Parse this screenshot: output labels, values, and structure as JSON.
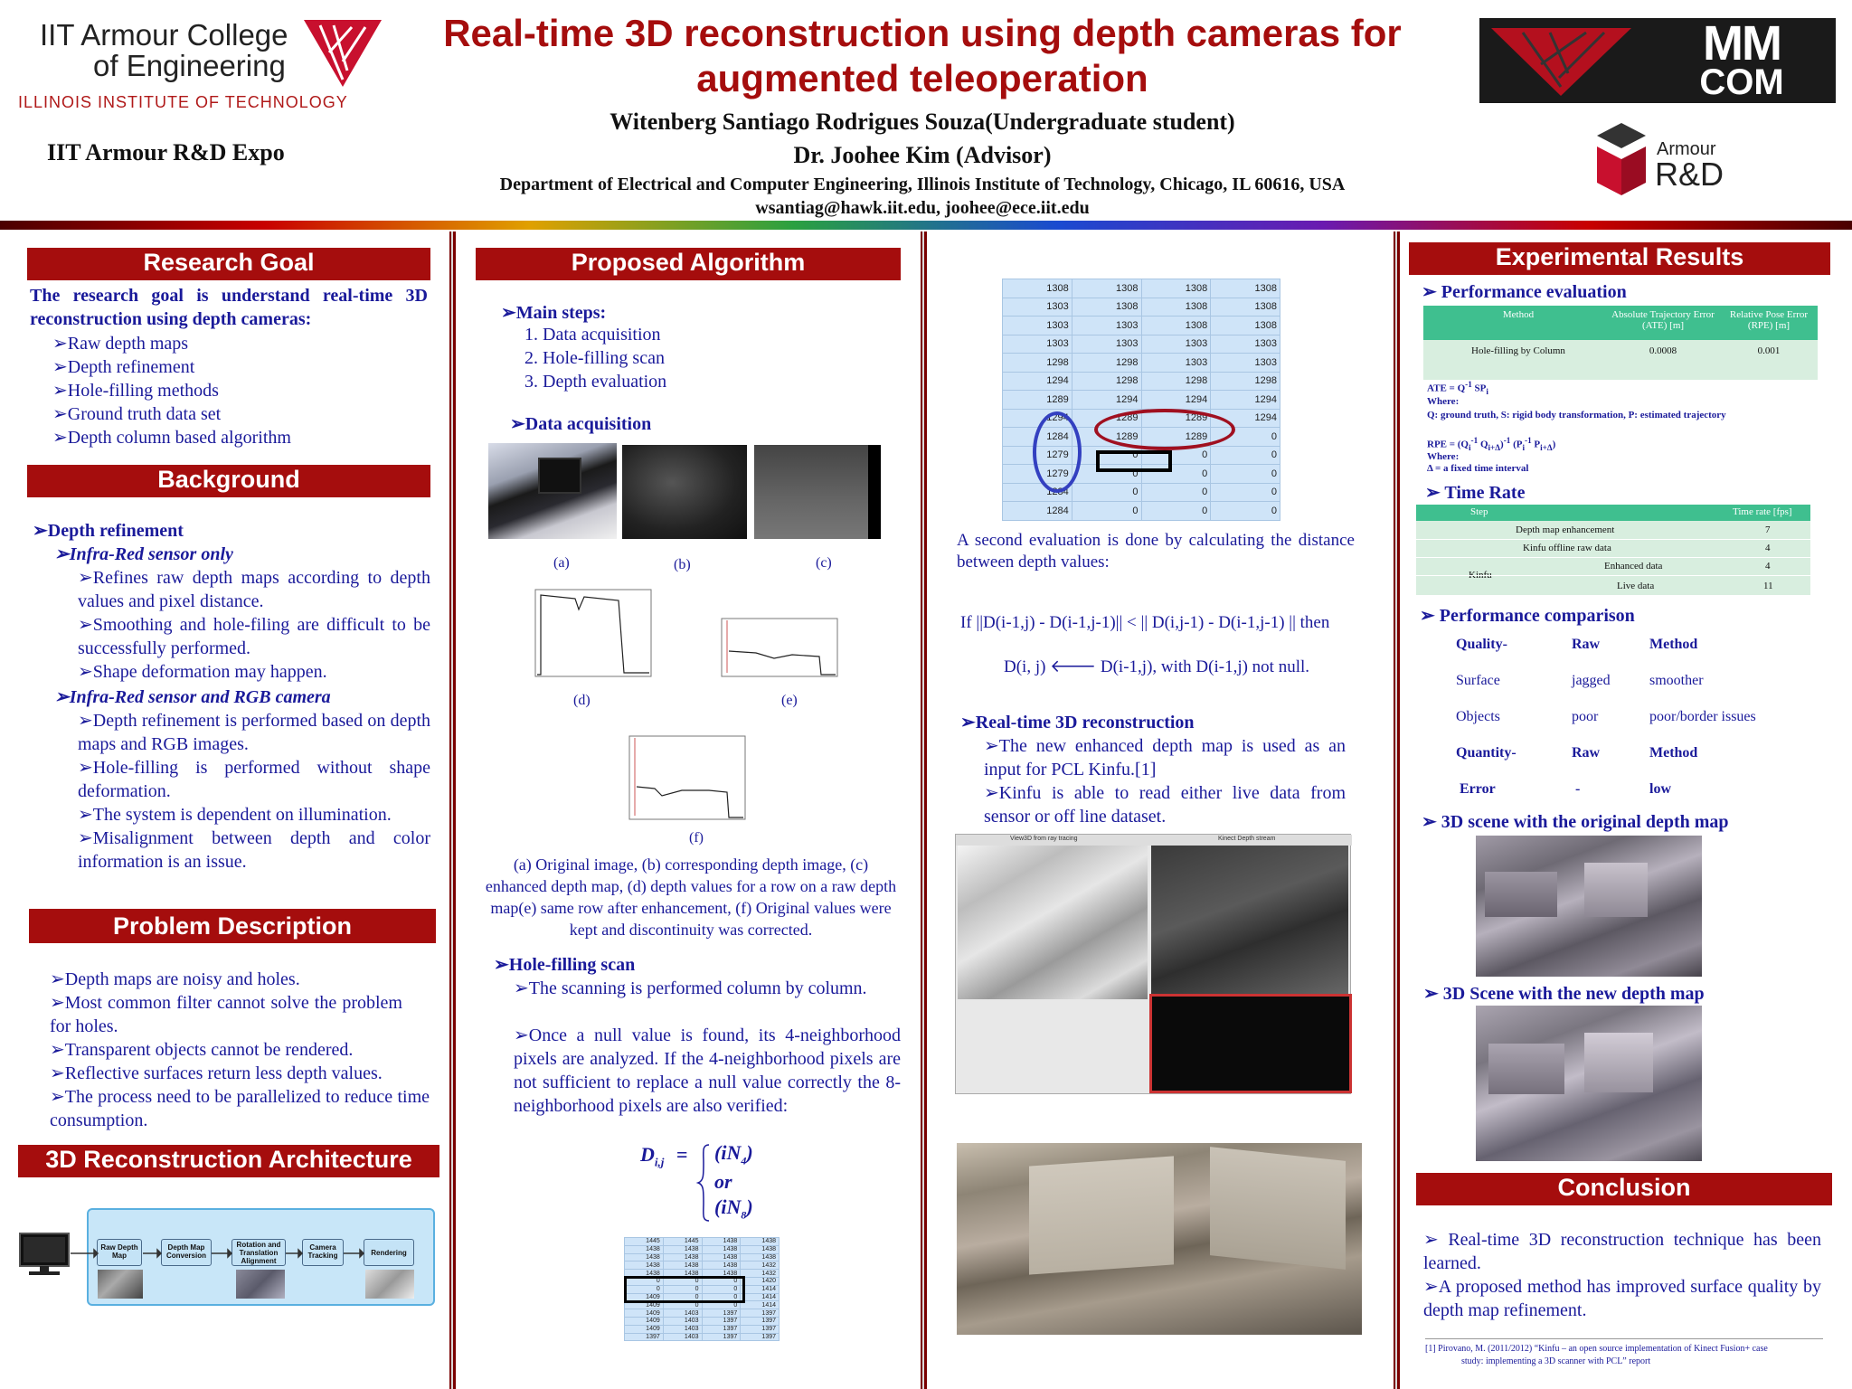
{
  "header": {
    "logo_left_line1": "IIT Armour College",
    "logo_left_line2": "of Engineering",
    "logo_left_line3": "ILLINOIS INSTITUTE OF TECHNOLOGY",
    "expo": "IIT Armour R&D Expo",
    "title_line1": "Real-time 3D reconstruction using depth cameras for",
    "title_line2": "augmented teleoperation",
    "author": "Witenberg Santiago Rodrigues Souza(Undergraduate student)",
    "advisor": "Dr. Joohee Kim (Advisor)",
    "department": "Department of Electrical and Computer Engineering, Illinois Institute of Technology, Chicago, IL 60616, USA",
    "emails": "wsantiag@hawk.iit.edu,  joohee@ece.iit.edu",
    "mmcom_line1": "MM",
    "mmcom_line2": "COM",
    "armour_rd_line1": "Armour",
    "armour_rd_line2": "R&D"
  },
  "research_goal": {
    "title": "Research Goal",
    "intro": "The research goal is understand real-time 3D reconstruction using depth cameras:",
    "items": [
      "➢Raw depth maps",
      "➢Depth refinement",
      "➢Hole-filling methods",
      "➢Ground truth data set",
      "➢Depth column based algorithm"
    ]
  },
  "background": {
    "title": "Background",
    "h1": "➢Depth refinement",
    "h2": "➢Infra-Red sensor only",
    "p1": "➢Refines raw depth maps according to depth values and pixel distance.",
    "p2": "➢Smoothing and hole-filing are difficult to be successfully performed.",
    "p3": "➢Shape deformation may happen.",
    "h3": "➢Infra-Red sensor and RGB camera",
    "p4": "➢Depth refinement is performed based on depth maps and RGB images.",
    "p5": "➢Hole-filling is performed without shape deformation.",
    "p6": "➢The system is dependent on illumination.",
    "p7": "➢Misalignment between depth and color information is an issue."
  },
  "problem": {
    "title": "Problem Description",
    "p1": "➢Depth maps are noisy and holes.",
    "p2": "➢Most common filter cannot solve the problem for holes.",
    "p3": "➢Transparent objects cannot be rendered.",
    "p4": "➢Reflective surfaces return less depth values.",
    "p5": "➢The process need to be parallelized to reduce time consumption."
  },
  "architecture": {
    "title": "3D Reconstruction Architecture",
    "boxes": [
      "Raw Depth Map",
      "Depth Map Conversion",
      "Rotation and Translation Alignment",
      "Camera Tracking",
      "Rendering"
    ]
  },
  "algorithm": {
    "title": "Proposed Algorithm",
    "main_steps": "➢Main steps:",
    "steps": [
      "1.  Data acquisition",
      "2.  Hole-filling scan",
      "3.  Depth evaluation"
    ],
    "data_acq": "➢Data acquisition",
    "labels": [
      "(a)",
      "(b)",
      "(c)",
      "(d)",
      "(e)",
      "(f)"
    ],
    "caption": "(a) Original image, (b) corresponding depth image, (c) enhanced depth map, (d) depth values for a row on a raw depth map(e) same row after enhancement, (f) Original values were kept and discontinuity was corrected.",
    "hole_title": "➢Hole-filling scan",
    "hole_p1": "➢The scanning is performed column by column.",
    "hole_p2": "➢Once a null value is found, its 4-neighborhood pixels are analyzed. If the 4-neighborhood pixels are not sufficient to replace a null value correctly the 8-neighborhood pixels are also verified:",
    "eq_lhs": "D",
    "eq_sub": "i,j",
    "eq_eq": "=",
    "eq_t1": "(iN",
    "eq_s1": "4",
    "eq_or": "or",
    "eq_t2": "(iN",
    "eq_s2": "8",
    "eq_close": ")",
    "small_table": [
      [
        "1445",
        "1445",
        "1438",
        "1438"
      ],
      [
        "1438",
        "1438",
        "1438",
        "1438"
      ],
      [
        "1438",
        "1438",
        "1438",
        "1438"
      ],
      [
        "1438",
        "1438",
        "1438",
        "1432"
      ],
      [
        "1438",
        "1438",
        "1438",
        "1432"
      ],
      [
        "0",
        "0",
        "0",
        "1420"
      ],
      [
        "0",
        "0",
        "0",
        "1414"
      ],
      [
        "1409",
        "0",
        "0",
        "1414"
      ],
      [
        "1409",
        "0",
        "0",
        "1414"
      ],
      [
        "1409",
        "1403",
        "1397",
        "1397"
      ],
      [
        "1409",
        "1403",
        "1397",
        "1397"
      ],
      [
        "1409",
        "1403",
        "1397",
        "1397"
      ],
      [
        "1397",
        "1403",
        "1397",
        "1397"
      ]
    ]
  },
  "column3": {
    "table": [
      [
        "1308",
        "1308",
        "1308",
        "1308"
      ],
      [
        "1303",
        "1308",
        "1308",
        "1308"
      ],
      [
        "1303",
        "1303",
        "1308",
        "1308"
      ],
      [
        "1303",
        "1303",
        "1303",
        "1303"
      ],
      [
        "1298",
        "1298",
        "1303",
        "1303"
      ],
      [
        "1294",
        "1298",
        "1298",
        "1298"
      ],
      [
        "1289",
        "1294",
        "1294",
        "1294"
      ],
      [
        "1294",
        "1289",
        "1289",
        "1294"
      ],
      [
        "1284",
        "1289",
        "1289",
        "0"
      ],
      [
        "1279",
        "0",
        "0",
        "0"
      ],
      [
        "1279",
        "0",
        "0",
        "0"
      ],
      [
        "1284",
        "0",
        "0",
        "0"
      ],
      [
        "1284",
        "0",
        "0",
        "0"
      ]
    ],
    "second_eval": "A second evaluation is done by calculating the distance between depth values:",
    "formula1": "If  ||D(i-1,j) - D(i-1,j-1)|| < || D(i,j-1) - D(i-1,j-1) ||  then",
    "formula2": "D(i, j) 🡐 D(i-1,j), with D(i-1,j) not null.",
    "rt_title": "➢Real-time 3D reconstruction",
    "rt_p1": "➢The new enhanced depth map is used as an input for PCL Kinfu.[1]",
    "rt_p2": "➢Kinfu is able to read either live data from sensor or off line dataset.",
    "win1_title": "View3D from ray tracing",
    "win2_title": "Kinect Depth stream"
  },
  "results": {
    "title": "Experimental Results",
    "perf_eval": "➢ Performance evaluation",
    "t1_headers": [
      "Method",
      "Absolute Trajectory Error (ATE) [m]",
      "Relative Pose Error (RPE) [m]"
    ],
    "t1_row": [
      "Hole-filling by Column",
      "0.0008",
      "0.001"
    ],
    "ate": "ATE = Q",
    "ate_sup": "-1",
    "ate_rest": "SP",
    "ate_sub": "i",
    "where": "Where:",
    "ate_where": "Q: ground truth, S: rigid body transformation, P: estimated trajectory",
    "rpe": "RPE = (Q",
    "rpe_rest": "Q",
    "rpe_sub": "i+Δ",
    "rpe_rest2": ")",
    "rpe_sup": "-1",
    "rpe_rest3": "(P",
    "rpe_rest4": "P",
    "where2": "Where:",
    "rpe_where": "Δ = a fixed time interval",
    "time_rate": "➢ Time Rate",
    "t2_headers": [
      "Step",
      "Time rate [fps]"
    ],
    "t2_rows": [
      [
        "Depth map enhancement",
        "7"
      ],
      [
        "Kinfu offline raw data",
        "4"
      ],
      [
        "Enhanced data",
        "4"
      ],
      [
        "Live data",
        "11"
      ]
    ],
    "t2_kinfu": "Kinfu",
    "perf_comp": "➢ Performance comparison",
    "comp_rows": [
      [
        "Quality-",
        "Raw",
        "Method"
      ],
      [
        "Surface",
        "jagged",
        "smoother"
      ],
      [
        "Objects",
        "poor",
        "poor/border issues"
      ],
      [
        "Quantity-",
        "Raw",
        "Method"
      ],
      [
        "Error",
        "-",
        "low"
      ]
    ],
    "scene1": "➢ 3D scene with the original depth map",
    "scene2": "➢ 3D Scene with the new depth map"
  },
  "conclusion": {
    "title": "Conclusion",
    "p1": "➢ Real-time 3D reconstruction technique has been learned.",
    "p2": "➢A proposed method has improved surface quality by depth map refinement.",
    "ref_line1": "[1] Pirovano, M. (2011/2012) “Kinfu – an open source implementation of Kinect Fusion+ case",
    "ref_line2": "study: implementing a 3D scanner with PCL” report"
  },
  "colors": {
    "accent": "#a50d0d",
    "text": "#1a1a9a",
    "table": "#cfe4f8",
    "table_header": "#3fbf8f"
  }
}
